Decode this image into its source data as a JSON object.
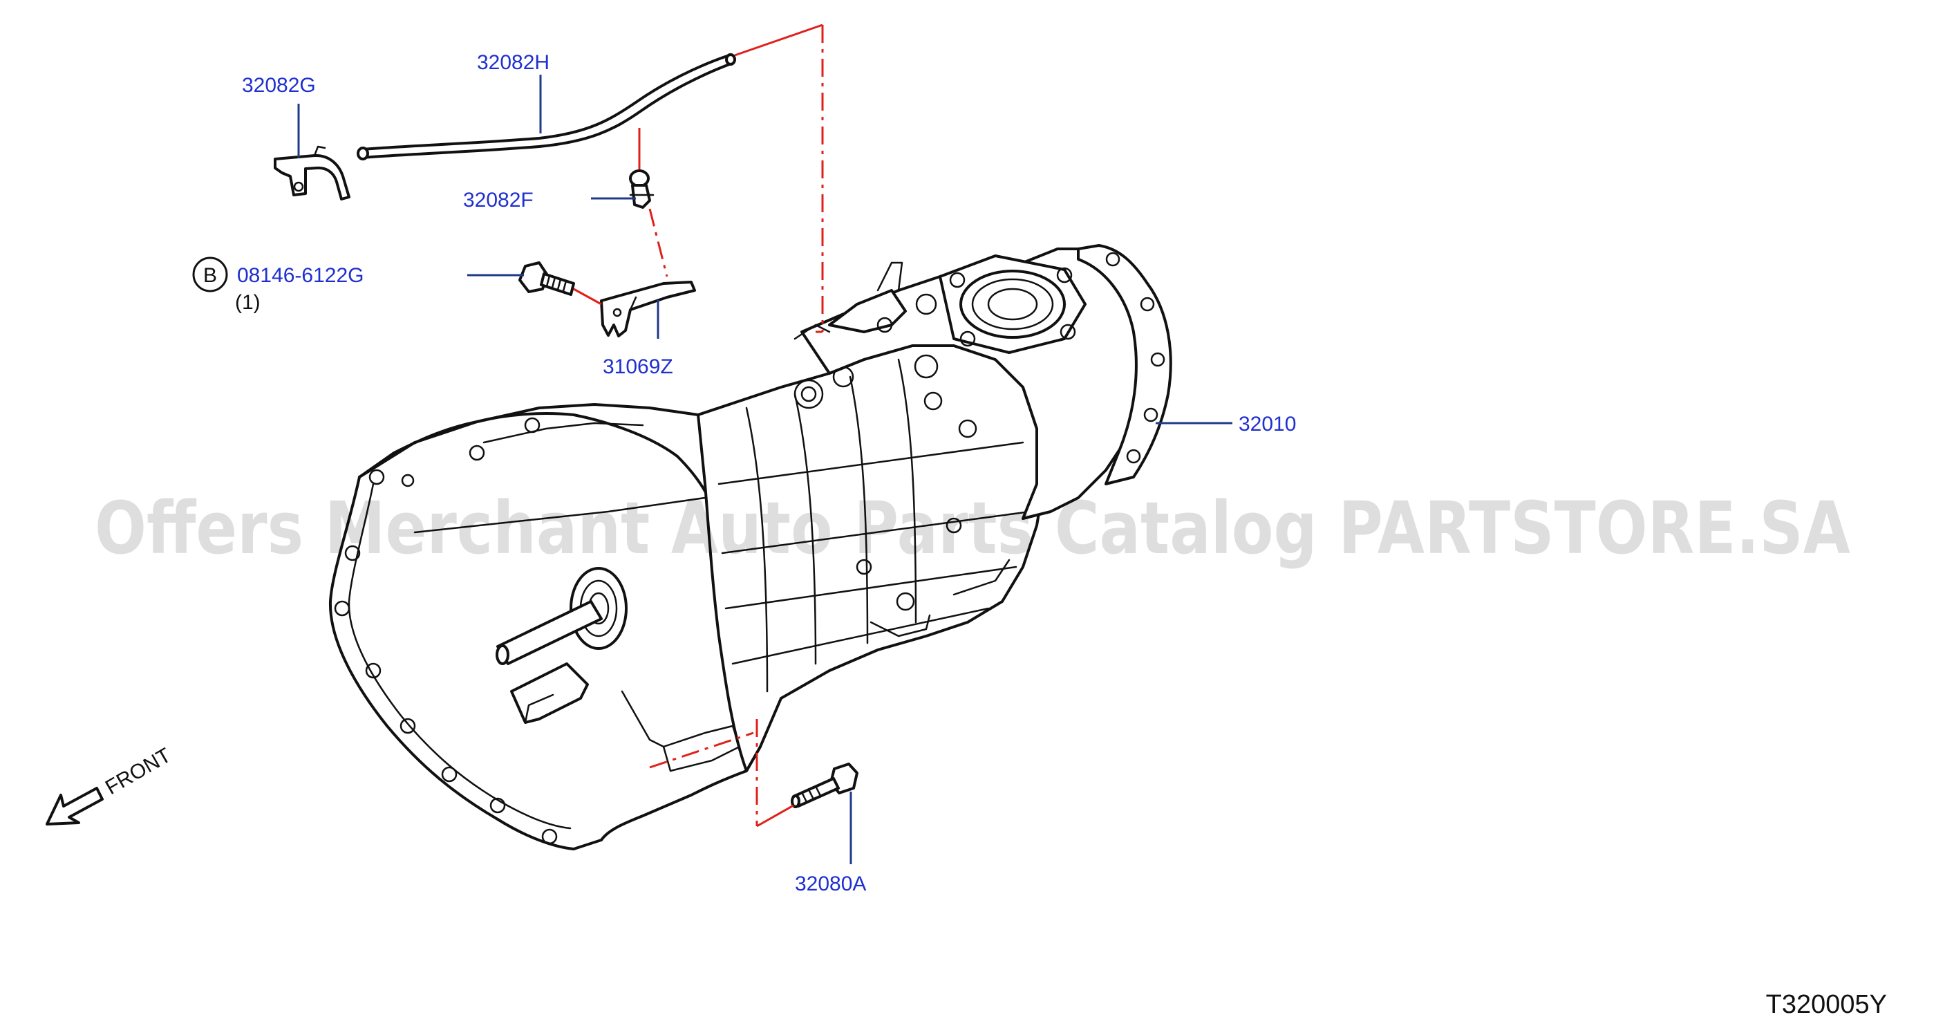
{
  "parts": {
    "p32082G": "32082G",
    "p32082H": "32082H",
    "p32082F": "32082F",
    "bolt_marker": "B",
    "p08146_6122G": "08146-6122G",
    "p08146_qty": "(1)",
    "p31069Z": "31069Z",
    "p32010": "32010",
    "p32080A": "32080A"
  },
  "direction_label": "FRONT",
  "drawing_code": "T320005Y",
  "watermark": "Offers Merchant Auto Parts Catalog PARTSTORE.SA",
  "colors": {
    "callout_text": "#1f2fd0",
    "leader_line": "#1f3a8a",
    "assembly_line": "#e0201b",
    "drawing": "#111111"
  }
}
